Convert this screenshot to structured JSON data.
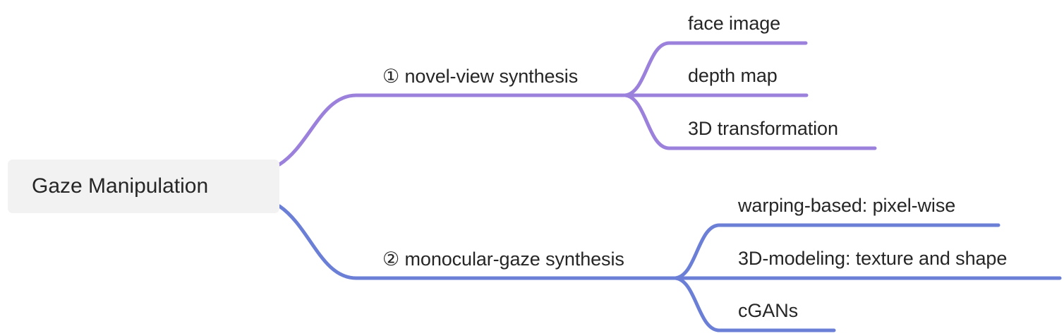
{
  "diagram": {
    "type": "mind-map",
    "title": "Gaze Manipulation",
    "root": {
      "label": "Gaze Manipulation",
      "background_color": "#f2f2f2",
      "text_color": "#262626"
    },
    "branches": [
      {
        "id": "novel-view-synthesis",
        "label": "① novel-view synthesis",
        "marker": "①",
        "color": "#9b80dc",
        "children": [
          {
            "id": "face-image",
            "label": "face image"
          },
          {
            "id": "depth-map",
            "label": "depth map"
          },
          {
            "id": "3d-transformation",
            "label": "3D transformation"
          }
        ]
      },
      {
        "id": "monocular-gaze-synthesis",
        "label": "② monocular-gaze synthesis",
        "marker": "②",
        "color": "#6b7fd7",
        "children": [
          {
            "id": "warping-based",
            "label": "warping-based: pixel-wise"
          },
          {
            "id": "3d-modeling",
            "label": "3D-modeling: texture and shape"
          },
          {
            "id": "cgans",
            "label": "cGANs"
          }
        ]
      }
    ],
    "colors": {
      "purple": "#9b80dc",
      "blue": "#6b7fd7",
      "text": "#262626",
      "root_background": "#f2f2f2",
      "canvas_background": "#ffffff"
    }
  }
}
